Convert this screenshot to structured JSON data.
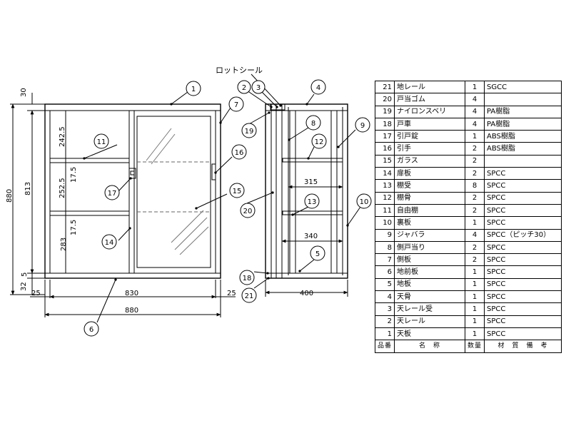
{
  "callouts": {
    "lot_seal": "ロットシール",
    "n1": "1",
    "n2": "2",
    "n3": "3",
    "n4": "4",
    "n5": "5",
    "n6": "6",
    "n7": "7",
    "n8": "8",
    "n9": "9",
    "n10": "10",
    "n11": "11",
    "n12": "12",
    "n13": "13",
    "n14": "14",
    "n15": "15",
    "n16": "16",
    "n17": "17",
    "n18": "18",
    "n19": "19",
    "n20": "20",
    "n21": "21"
  },
  "dimensions": {
    "top_30": "30",
    "height_880": "880",
    "height_813": "813",
    "shelf_242_5": "242.5",
    "shelf_17_5_a": "17.5",
    "shelf_252_5": "252.5",
    "shelf_17_5_b": "17.5",
    "shelf_283": "283",
    "bottom_5": "5",
    "bottom_32": "32",
    "side_25_left": "25",
    "inner_830": "830",
    "side_25_right": "25",
    "width_880": "880",
    "depth_315": "315",
    "depth_340": "340",
    "depth_400": "400"
  },
  "parts_table": {
    "rows": [
      {
        "no": "21",
        "name": "地レール",
        "qty": "1",
        "material": "SGCC"
      },
      {
        "no": "20",
        "name": "戸当ゴム",
        "qty": "4",
        "material": ""
      },
      {
        "no": "19",
        "name": "ナイロンスベリ",
        "qty": "4",
        "material": "PA樹脂"
      },
      {
        "no": "18",
        "name": "戸車",
        "qty": "4",
        "material": "PA樹脂"
      },
      {
        "no": "17",
        "name": "引戸錠",
        "qty": "1",
        "material": "ABS樹脂"
      },
      {
        "no": "16",
        "name": "引手",
        "qty": "2",
        "material": "ABS樹脂"
      },
      {
        "no": "15",
        "name": "ガラス",
        "qty": "2",
        "material": ""
      },
      {
        "no": "14",
        "name": "扉板",
        "qty": "2",
        "material": "SPCC"
      },
      {
        "no": "13",
        "name": "棚受",
        "qty": "8",
        "material": "SPCC"
      },
      {
        "no": "12",
        "name": "棚骨",
        "qty": "2",
        "material": "SPCC"
      },
      {
        "no": "11",
        "name": "自由棚",
        "qty": "2",
        "material": "SPCC"
      },
      {
        "no": "10",
        "name": "裏板",
        "qty": "1",
        "material": "SPCC"
      },
      {
        "no": "9",
        "name": "ジャバラ",
        "qty": "4",
        "material": "SPCC（ピッチ30）"
      },
      {
        "no": "8",
        "name": "側戸当り",
        "qty": "2",
        "material": "SPCC"
      },
      {
        "no": "7",
        "name": "側板",
        "qty": "2",
        "material": "SPCC"
      },
      {
        "no": "6",
        "name": "地前板",
        "qty": "1",
        "material": "SPCC"
      },
      {
        "no": "5",
        "name": "地板",
        "qty": "1",
        "material": "SPCC"
      },
      {
        "no": "4",
        "name": "天骨",
        "qty": "1",
        "material": "SPCC"
      },
      {
        "no": "3",
        "name": "天レール受",
        "qty": "1",
        "material": "SPCC"
      },
      {
        "no": "2",
        "name": "天レール",
        "qty": "1",
        "material": "SPCC"
      },
      {
        "no": "1",
        "name": "天板",
        "qty": "1",
        "material": "SPCC"
      }
    ],
    "header": {
      "no": "品番",
      "name": "名　称",
      "qty": "数量",
      "material": "材　質　備　考"
    }
  }
}
